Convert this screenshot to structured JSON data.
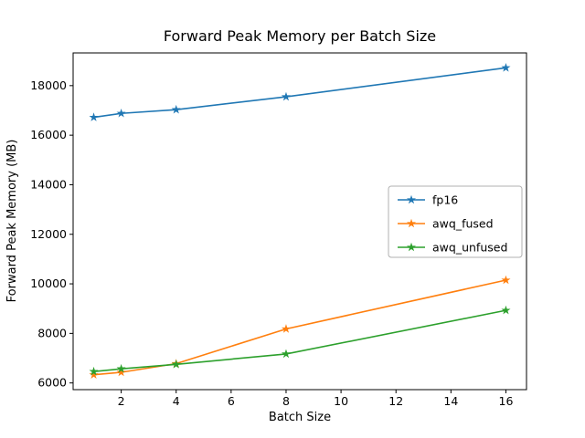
{
  "figure": {
    "background": "#ffffff",
    "spine_color": "#000000",
    "legend_border_color": "#b0b0b0"
  },
  "chart_data": {
    "type": "line",
    "title": "Forward Peak Memory per Batch Size",
    "xlabel": "Batch Size",
    "ylabel": "Forward Peak Memory (MB)",
    "x": [
      1,
      2,
      4,
      8,
      16
    ],
    "series": [
      {
        "name": "fp16",
        "color": "#1f77b4",
        "marker": "star",
        "values": [
          16720,
          16880,
          17030,
          17550,
          18720
        ]
      },
      {
        "name": "awq_fused",
        "color": "#ff7f0e",
        "marker": "star",
        "values": [
          6330,
          6430,
          6780,
          8180,
          10150
        ]
      },
      {
        "name": "awq_unfused",
        "color": "#2ca02c",
        "marker": "star",
        "values": [
          6460,
          6570,
          6750,
          7170,
          8930
        ]
      }
    ],
    "xlim": [
      0.25,
      16.75
    ],
    "ylim": [
      5730,
      19320
    ],
    "xticks": [
      2,
      4,
      6,
      8,
      10,
      12,
      14,
      16
    ],
    "yticks": [
      6000,
      8000,
      10000,
      12000,
      14000,
      16000,
      18000
    ],
    "grid": false,
    "legend": {
      "position": "center right"
    }
  }
}
